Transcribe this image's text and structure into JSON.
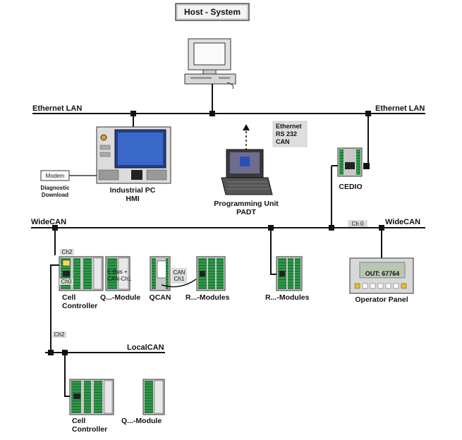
{
  "host": {
    "title": "Host - System"
  },
  "networks": {
    "ethernet_left": "Ethernet LAN",
    "ethernet_right": "Ethernet LAN",
    "widecan_left": "WideCAN",
    "widecan_right": "WideCAN",
    "localcan": "LocalCAN"
  },
  "channels": {
    "ch0_cedio": "Ch 0",
    "ch2_top": "Ch2",
    "ch0_cell": "Ch0",
    "ch2_bottom": "Ch2",
    "can_ch1_line1": "CAN",
    "can_ch1_line2": "Ch1"
  },
  "devices": {
    "modem": "Modem",
    "diagnostic_line1": "Diagnostic",
    "diagnostic_line2": "Download",
    "industrial_pc_line1": "Industrial PC",
    "industrial_pc_line2": "HMI",
    "programming_unit_line1": "Programming Unit",
    "programming_unit_line2": "PADT",
    "comm_box_line1": "Ethernet",
    "comm_box_line2": "RS 232",
    "comm_box_line3": "CAN",
    "cedio": "CEDIO",
    "ebus_line1": "E-Bus +",
    "ebus_line2": "CAN-Ch1",
    "cell_controller_line1": "Cell",
    "cell_controller_line2": "Controller",
    "q_module": "Q...-Module",
    "qcan": "QCAN",
    "r_modules_1": "R...-Modules",
    "r_modules_2": "R...-Modules",
    "operator_panel": "Operator Panel",
    "panel_display": "OUT: 67764",
    "cell_controller2_line1": "Cell",
    "cell_controller2_line2": "Controller",
    "q_module2": "Q...-Module"
  }
}
